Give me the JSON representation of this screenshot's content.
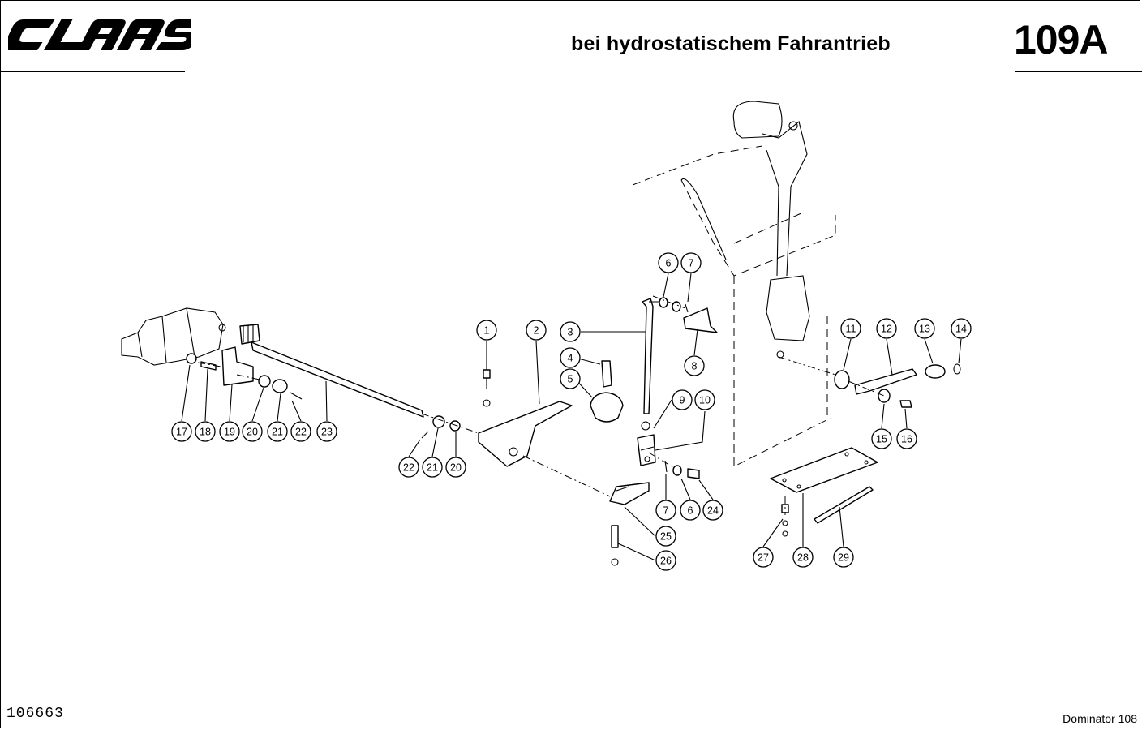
{
  "header": {
    "brand": "CLAAS",
    "title": "bei hydrostatischem Fahrantrieb",
    "page_number": "109A"
  },
  "footer": {
    "document_number": "106663",
    "model": "Dominator 108"
  },
  "callouts": [
    {
      "id": "c1",
      "label": "1"
    },
    {
      "id": "c2",
      "label": "2"
    },
    {
      "id": "c3",
      "label": "3"
    },
    {
      "id": "c4",
      "label": "4"
    },
    {
      "id": "c5",
      "label": "5"
    },
    {
      "id": "c6a",
      "label": "6"
    },
    {
      "id": "c7a",
      "label": "7"
    },
    {
      "id": "c8",
      "label": "8"
    },
    {
      "id": "c9",
      "label": "9"
    },
    {
      "id": "c10",
      "label": "10"
    },
    {
      "id": "c11",
      "label": "11"
    },
    {
      "id": "c12",
      "label": "12"
    },
    {
      "id": "c13",
      "label": "13"
    },
    {
      "id": "c14",
      "label": "14"
    },
    {
      "id": "c15",
      "label": "15"
    },
    {
      "id": "c16",
      "label": "16"
    },
    {
      "id": "c17",
      "label": "17"
    },
    {
      "id": "c18",
      "label": "18"
    },
    {
      "id": "c19",
      "label": "19"
    },
    {
      "id": "c20a",
      "label": "20"
    },
    {
      "id": "c21a",
      "label": "21"
    },
    {
      "id": "c22a",
      "label": "22"
    },
    {
      "id": "c23",
      "label": "23"
    },
    {
      "id": "c22b",
      "label": "22"
    },
    {
      "id": "c21b",
      "label": "21"
    },
    {
      "id": "c20b",
      "label": "20"
    },
    {
      "id": "c7b",
      "label": "7"
    },
    {
      "id": "c6b",
      "label": "6"
    },
    {
      "id": "c24",
      "label": "24"
    },
    {
      "id": "c25",
      "label": "25"
    },
    {
      "id": "c26",
      "label": "26"
    },
    {
      "id": "c27",
      "label": "27"
    },
    {
      "id": "c28",
      "label": "28"
    },
    {
      "id": "c29",
      "label": "29"
    }
  ]
}
